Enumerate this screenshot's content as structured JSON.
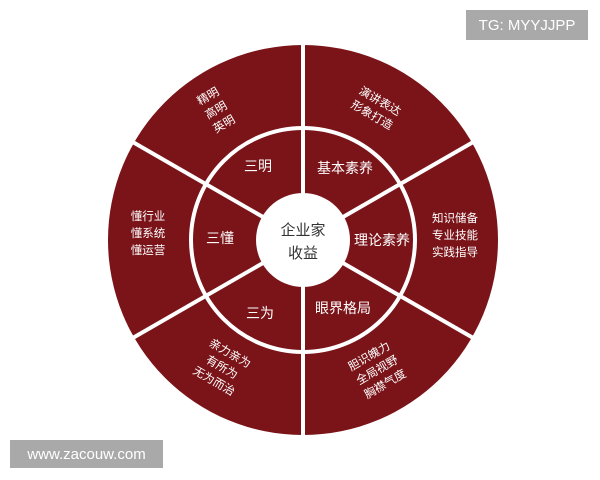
{
  "colors": {
    "sector": "#7a1419",
    "divider": "#ffffff",
    "center_fill": "#ffffff",
    "center_text": "#333333",
    "watermark_bg": "#a9a9a9"
  },
  "center": {
    "line1": "企业家",
    "line2": "收益"
  },
  "sectors": [
    {
      "inner": "三明",
      "outer": [
        "精明",
        "高明",
        "英明"
      ]
    },
    {
      "inner": "基本素养",
      "outer": [
        "演讲表达",
        "形象打造"
      ]
    },
    {
      "inner": "理论素养",
      "outer": [
        "知识储备",
        "专业技能",
        "实践指导"
      ]
    },
    {
      "inner": "眼界格局",
      "outer": [
        "胆识魄力",
        "全局视野",
        "胸襟气度"
      ]
    },
    {
      "inner": "三为",
      "outer": [
        "亲力亲为",
        "有所为",
        "无为而治"
      ]
    },
    {
      "inner": "三懂",
      "outer": [
        "懂行业",
        "懂系统",
        "懂运营"
      ]
    }
  ],
  "watermarks": {
    "top_right": "TG: MYYJJPP",
    "bottom_left": "www.zacouw.com"
  }
}
